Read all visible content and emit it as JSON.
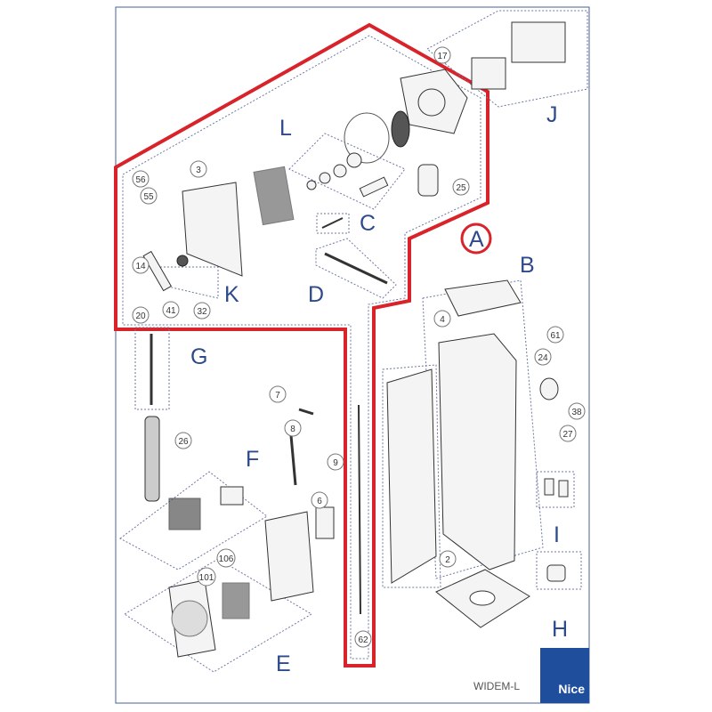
{
  "model": "WIDEM-L",
  "brand": "Nice",
  "colors": {
    "accent_red": "#d9232a",
    "label_blue": "#2e4a8c",
    "brand_blue": "#1f4e9c"
  },
  "group_labels": [
    "A",
    "B",
    "C",
    "D",
    "E",
    "F",
    "G",
    "H",
    "I",
    "J",
    "K",
    "L"
  ],
  "part_numbers": [
    "17",
    "3",
    "56",
    "55",
    "25",
    "14",
    "20",
    "41",
    "32",
    "4",
    "61",
    "24",
    "7",
    "8",
    "9",
    "38",
    "27",
    "26",
    "6",
    "106",
    "101",
    "2",
    "62"
  ]
}
